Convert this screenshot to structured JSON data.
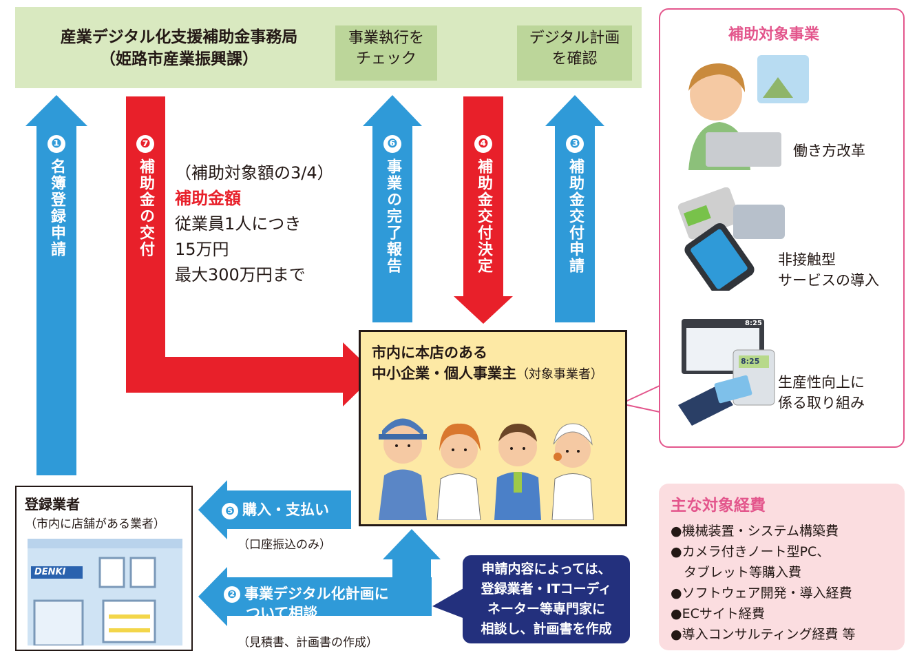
{
  "office": {
    "title_line1": "産業デジタル化支援補助金事務局",
    "title_line2": "（姫路市産業振興課）",
    "check_box": [
      "事業執行を",
      "チェック"
    ],
    "confirm_box": [
      "デジタル計画",
      "を確認"
    ]
  },
  "arrows": {
    "a1": {
      "num": "❶",
      "label": "名簿登録申請"
    },
    "a7": {
      "num": "❼",
      "label": "補助金の交付"
    },
    "a6": {
      "num": "❻",
      "label": "事業の完了報告"
    },
    "a4": {
      "num": "❹",
      "label": "補助金交付決定"
    },
    "a3": {
      "num": "❸",
      "label": "補助金交付申請"
    },
    "a5": {
      "num": "❺",
      "label": "購入・支払い",
      "note": "（口座振込のみ）"
    },
    "a2": {
      "num": "❷",
      "label1": "事業デジタル化計画に",
      "label2": "ついて相談",
      "note": "（見積書、計画書の作成）"
    }
  },
  "subsidy": {
    "line1": "（補助対象額の3/4）",
    "line2": "補助金額",
    "line3": "従業員1人につき",
    "line4": "15万円",
    "line5": "最大300万円まで"
  },
  "target": {
    "line1": "市内に本店のある",
    "line2": "中小企業・個人事業主",
    "line2_suffix": "（対象事業者）"
  },
  "vendor": {
    "title": "登録業者",
    "subtitle": "（市内に店舗がある業者）",
    "sign": "DENKI"
  },
  "note": {
    "line1": "申請内容によっては、",
    "line2": "登録業者・ITコーディ",
    "line3": "ネーター等専門家に",
    "line4": "相談し、計画書を作成"
  },
  "side_panel": {
    "title": "補助対象事業",
    "item1": "働き方改革",
    "item2_line1": "非接触型",
    "item2_line2": "サービスの導入",
    "item3_line1": "生産性向上に",
    "item3_line2": "係る取り組み",
    "clock1": "8:25",
    "clock2": "8:25"
  },
  "costs": {
    "title": "主な対象経費",
    "items": [
      "●機械装置・システム構築費",
      "●カメラ付きノート型PC、",
      "　タブレット等購入費",
      "●ソフトウェア開発・導入経費",
      "●ECサイト経費",
      "●導入コンサルティング経費 等"
    ]
  },
  "colors": {
    "blue_arrow": "#2f9ad8",
    "red_arrow": "#e8202a",
    "green_bar": "#d9e9c0",
    "target_fill": "#fde9a5",
    "pink_border": "#e3568c",
    "navy_note": "#23307d"
  }
}
